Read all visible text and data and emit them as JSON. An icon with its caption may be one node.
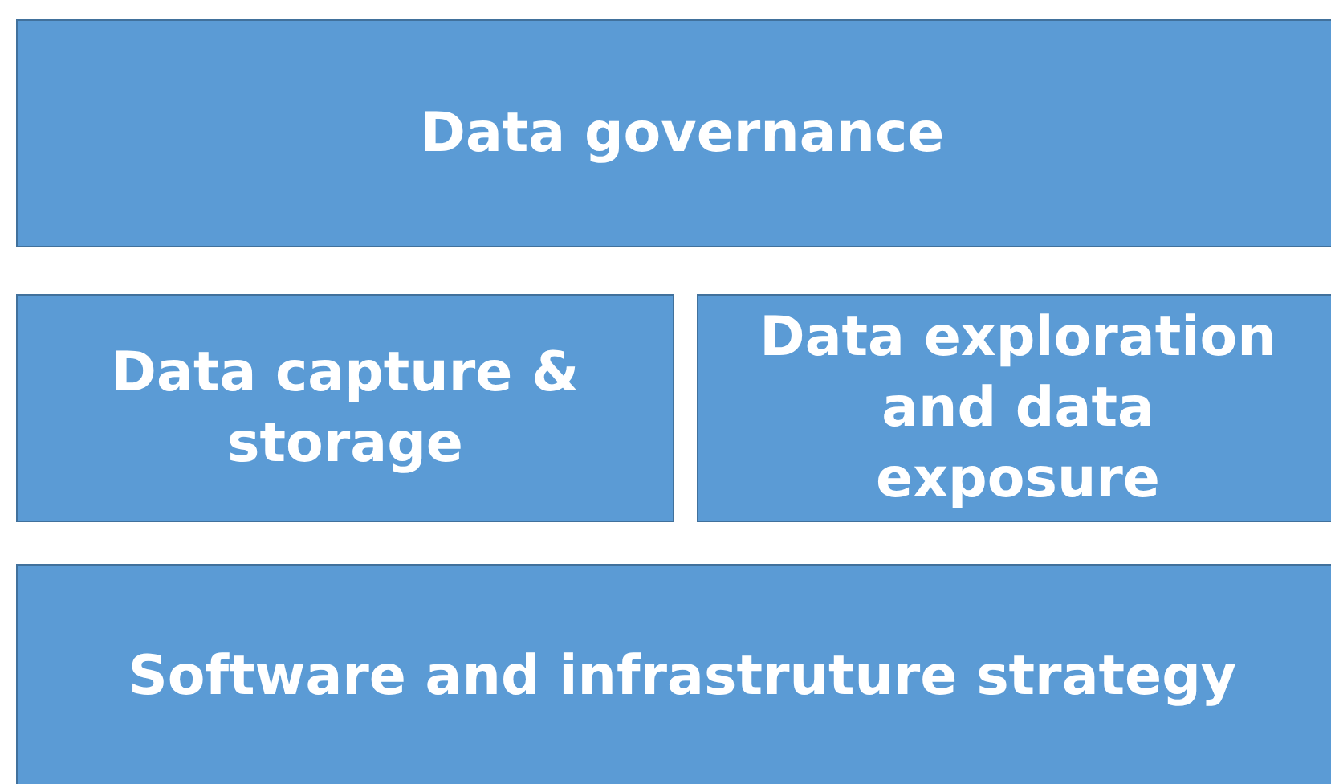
{
  "diagram": {
    "nodes": [
      {
        "text": [
          "Data governance"
        ]
      },
      {
        "text": [
          "Data capture & storage"
        ]
      },
      {
        "text": [
          "Data exploration and data exposure"
        ]
      },
      {
        "text": [
          "Software and infrastruture strategy"
        ]
      }
    ]
  }
}
